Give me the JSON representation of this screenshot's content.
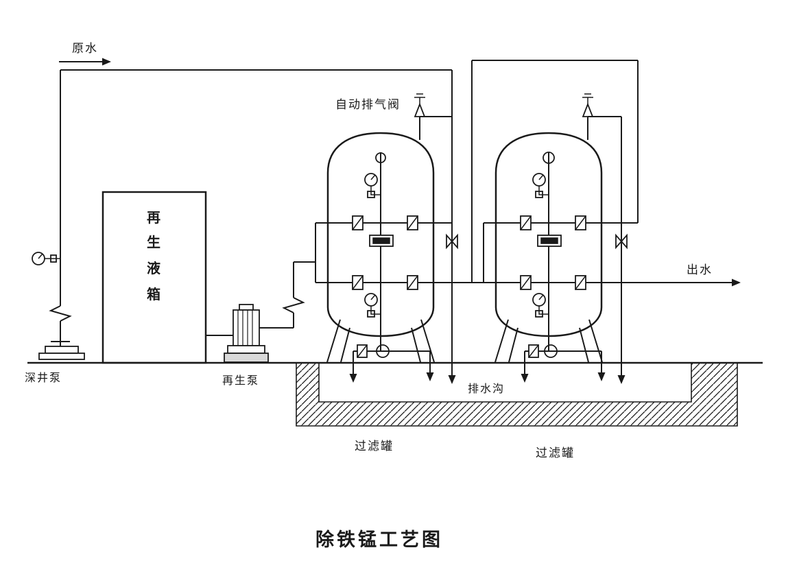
{
  "title": "除铁锰工艺图",
  "labels": {
    "raw_water": "原水",
    "auto_exhaust_valve": "自动排气阀",
    "outlet_water": "出水",
    "deep_well_pump": "深井泵",
    "regen_pump": "再生泵",
    "drain_ditch": "排水沟",
    "filter_tank": "过滤罐"
  },
  "regen_tank": {
    "chars": [
      "再",
      "生",
      "液",
      "箱"
    ]
  },
  "colors": {
    "line": "#1a1a1a",
    "background": "#ffffff",
    "pump_base": "#d9d9d9"
  }
}
